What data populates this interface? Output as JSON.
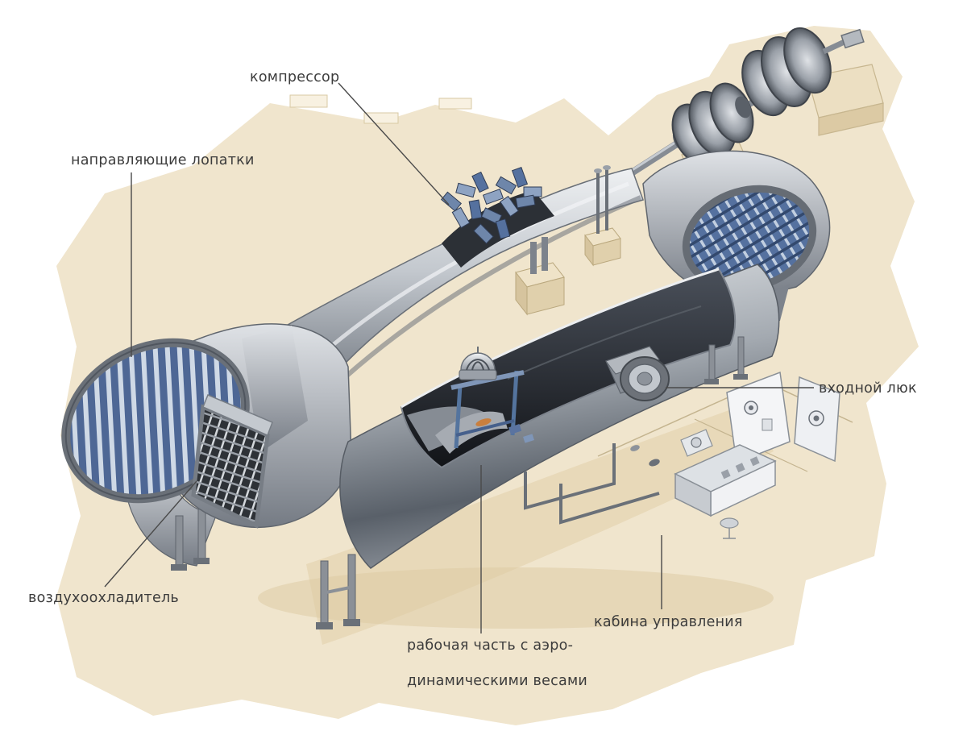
{
  "illustration": {
    "subject": "wind-tunnel-cutaway-technical-illustration",
    "labels": {
      "compressor": "компрессор",
      "guide_vanes": "направляющие лопатки",
      "air_cooler": "воздухоохладитель",
      "inlet_hatch": "входной люк",
      "working_section_line1": "рабочая часть с аэро-",
      "working_section_line2": "динамическими весами",
      "control_cabin": "кабина управления"
    },
    "colors": {
      "paper": "#f0e5cd",
      "label_text": "#3c3c3c",
      "leader_line": "#4a4a4a",
      "metal_light": "#d9dde1",
      "metal_dark": "#6b7178",
      "interior_dark": "#23262b",
      "vane_blue": "#4e6795",
      "model_orange": "#c97f3e"
    }
  }
}
